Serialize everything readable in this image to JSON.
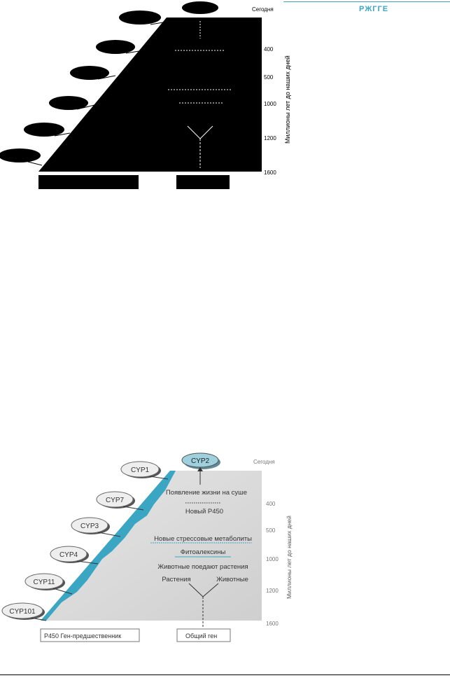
{
  "header": {
    "logo_text": "PЖГГЕ"
  },
  "figure": {
    "top_label": "CYP2",
    "present_label": "Сегодня",
    "axis_title": "Миллионы лет до наших дней",
    "axis_ticks": [
      "400",
      "500",
      "1000",
      "1200",
      "1600"
    ],
    "families": [
      "CYP1",
      "CYP7",
      "CYP3",
      "CYP4",
      "CYP11",
      "CYP101"
    ],
    "events": [
      "Появление жизни на суше",
      "Новый P450",
      "Новые стрессовые метаболиты",
      "Фитоалексины",
      "Животные поедают растения"
    ],
    "branch_left": "Растения",
    "branch_right": "Животные",
    "base_left": "P450 Ген-предшественник",
    "base_right": "Общий ген"
  },
  "colors": {
    "accent": "#3aa6c4",
    "cyp2_fill": "#9fd0de",
    "shadow": "#5f8a98"
  }
}
